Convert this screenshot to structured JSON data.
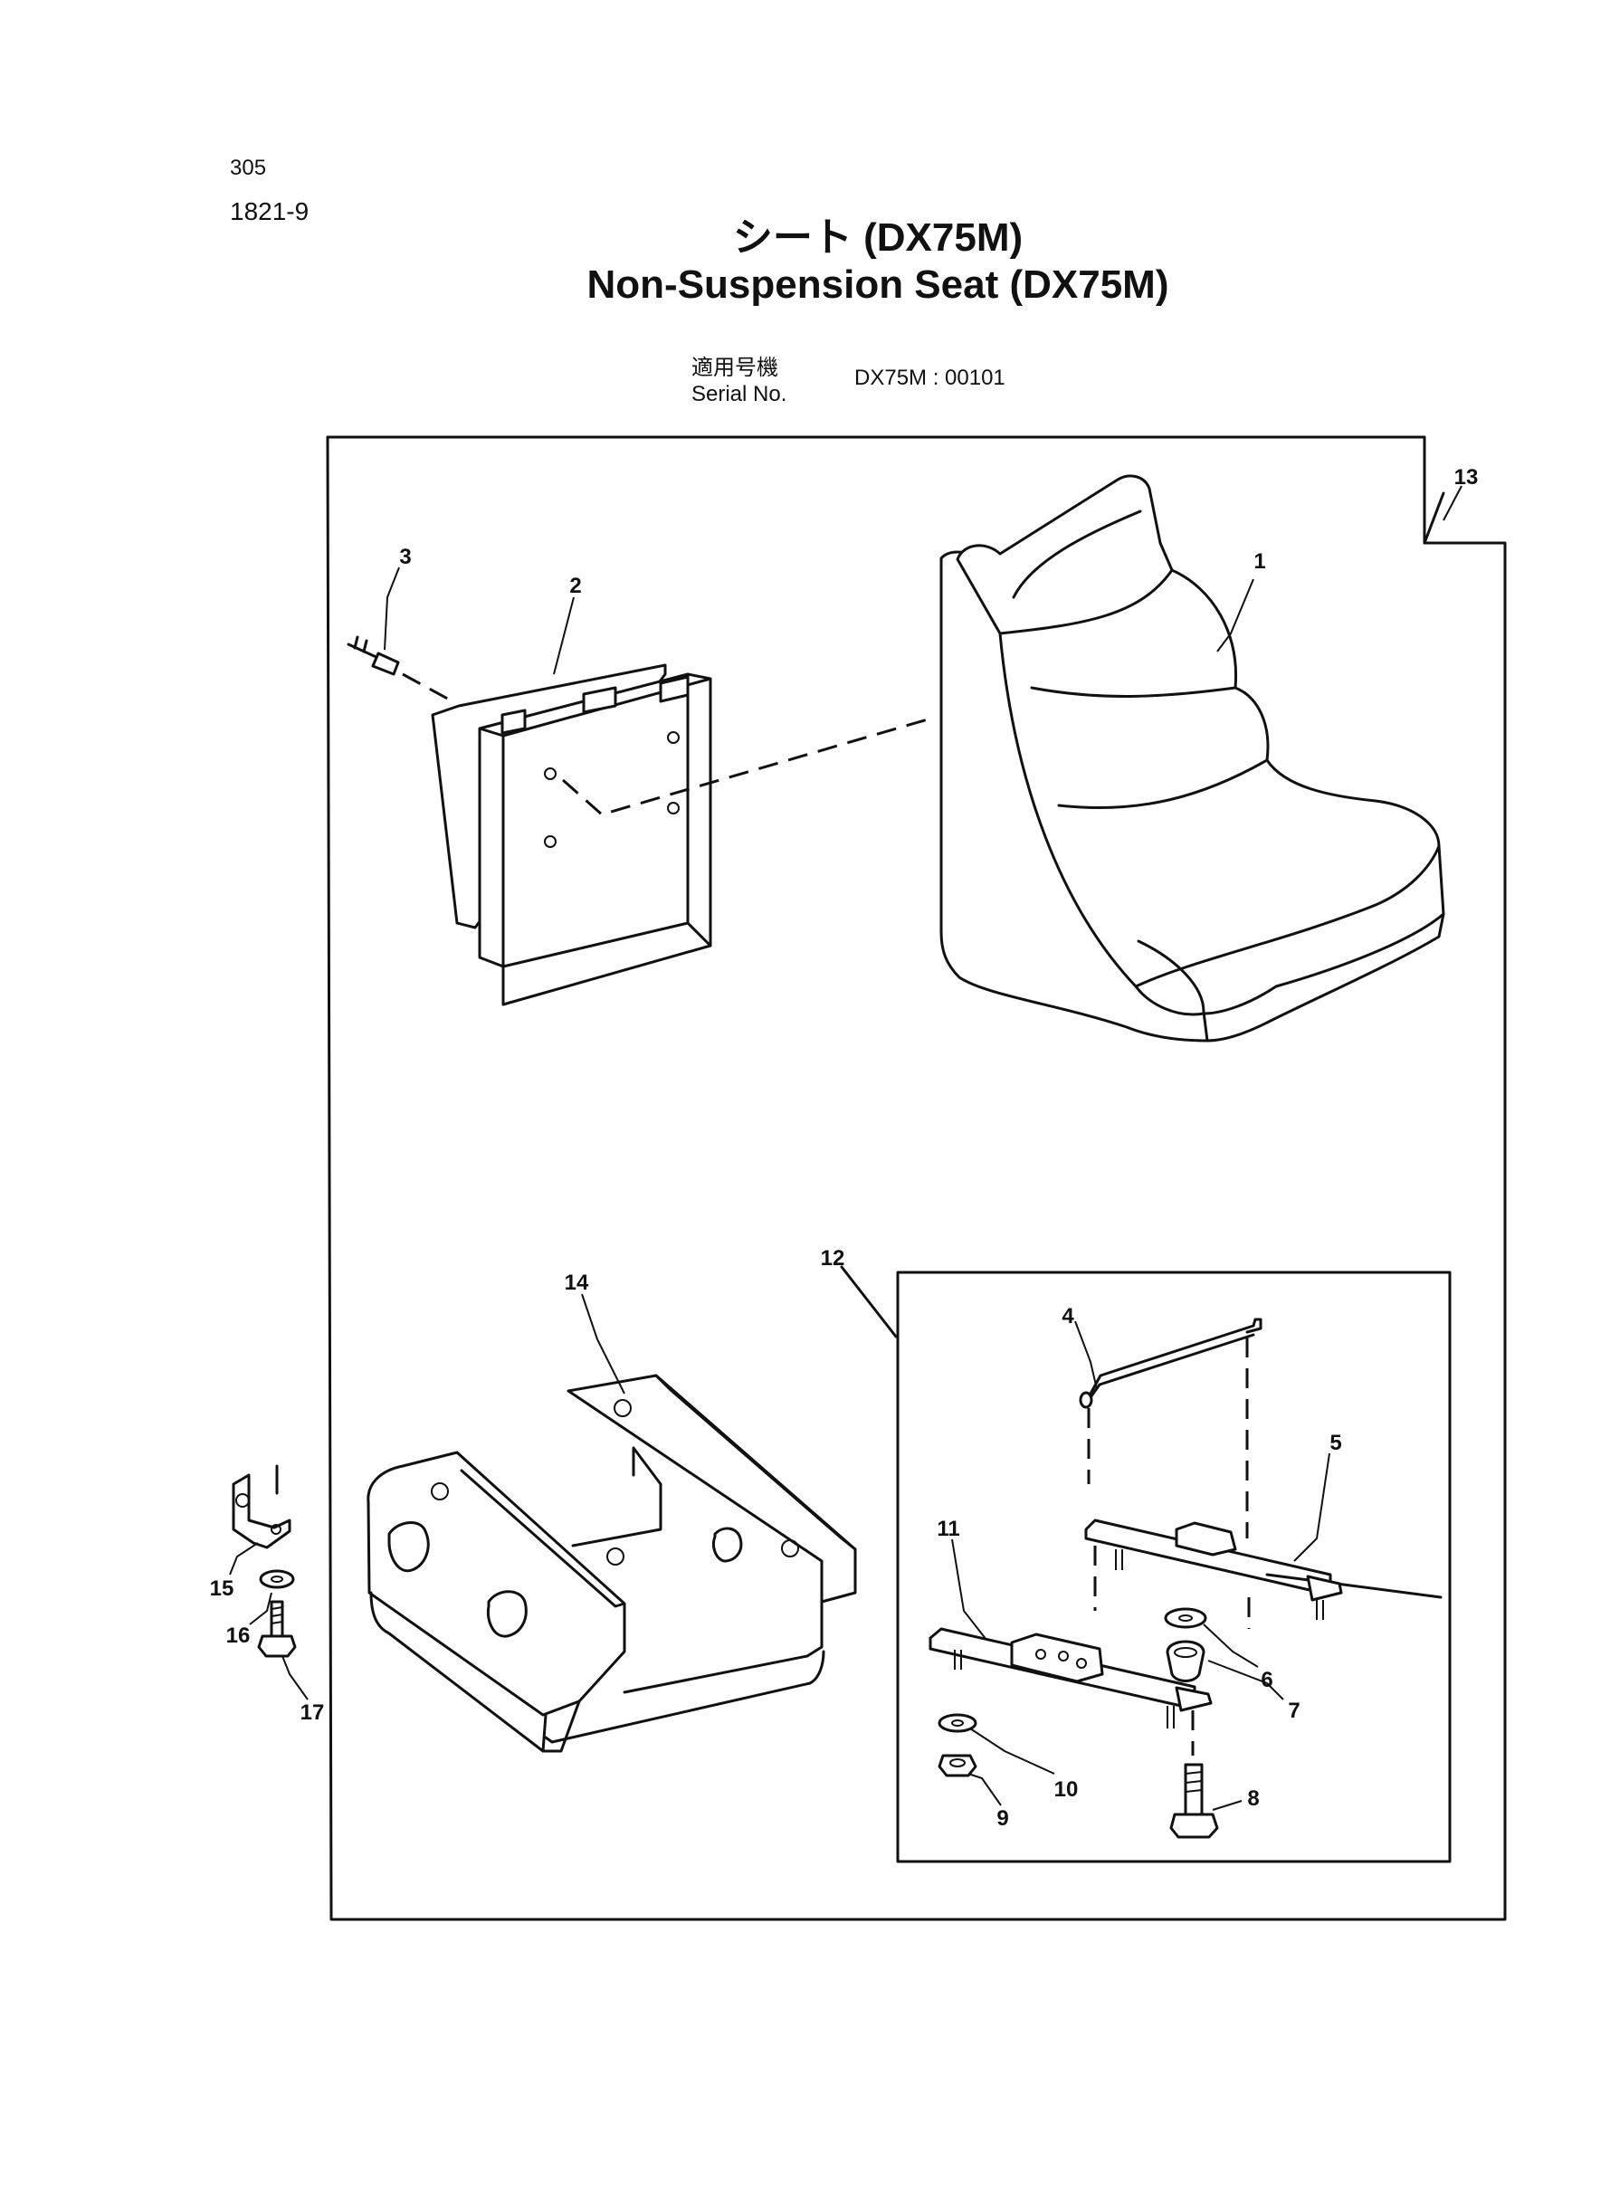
{
  "header": {
    "page_number": "305",
    "figure_number": "1821-9",
    "title_jp": "シート (DX75M)",
    "title_en": "Non-Suspension Seat (DX75M)"
  },
  "serial": {
    "label_jp": "適用号機",
    "label_en": "Serial No.",
    "value": "DX75M : 00101"
  },
  "callouts": [
    "1",
    "2",
    "3",
    "4",
    "5",
    "6",
    "7",
    "8",
    "9",
    "10",
    "11",
    "12",
    "13",
    "14",
    "15",
    "16",
    "17"
  ]
}
